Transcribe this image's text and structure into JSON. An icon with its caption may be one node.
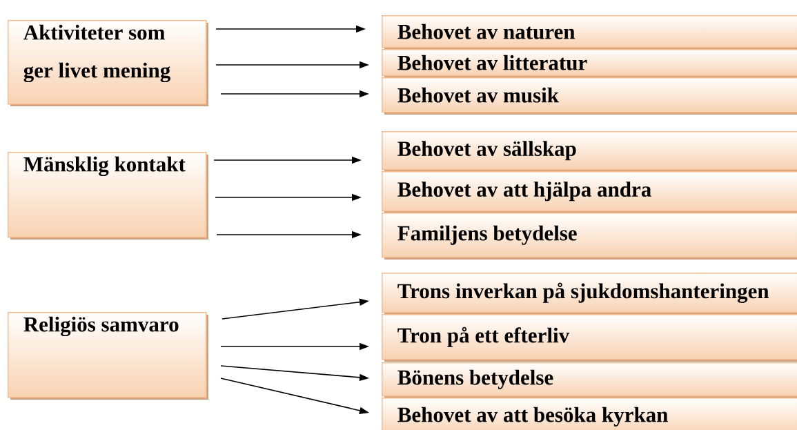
{
  "diagram": {
    "nodes": [
      {
        "text": [
          "Aktiviteter som ger livet mening"
        ]
      },
      {
        "text": [
          "Behovet av naturen"
        ]
      },
      {
        "text": [
          "Behovet av litteratur"
        ]
      },
      {
        "text": [
          "Behovet av musik"
        ]
      },
      {
        "text": [
          "Mänsklig kontakt"
        ]
      },
      {
        "text": [
          "Behovet av sällskap"
        ]
      },
      {
        "text": [
          "Behovet av att hjälpa andra"
        ]
      },
      {
        "text": [
          "Familjens betydelse"
        ]
      },
      {
        "text": [
          "Religiös samvaro"
        ]
      },
      {
        "text": [
          "Trons inverkan på sjukdomshanteringen"
        ]
      },
      {
        "text": [
          "Tron på ett efterliv"
        ]
      },
      {
        "text": [
          "Bönens betydelse"
        ]
      },
      {
        "text": [
          "Behovet av att besöka kyrkan"
        ]
      }
    ],
    "edges": [
      {
        "from": 0,
        "to": 1,
        "arrow": "to"
      },
      {
        "from": 0,
        "to": 2,
        "arrow": "to"
      },
      {
        "from": 0,
        "to": 3,
        "arrow": "to"
      },
      {
        "from": 4,
        "to": 5,
        "arrow": "to"
      },
      {
        "from": 4,
        "to": 6,
        "arrow": "to"
      },
      {
        "from": 4,
        "to": 7,
        "arrow": "to"
      },
      {
        "from": 8,
        "to": 9,
        "arrow": "to"
      },
      {
        "from": 8,
        "to": 10,
        "arrow": "to"
      },
      {
        "from": 8,
        "to": 11,
        "arrow": "to"
      },
      {
        "from": 8,
        "to": 12,
        "arrow": "to"
      }
    ]
  }
}
